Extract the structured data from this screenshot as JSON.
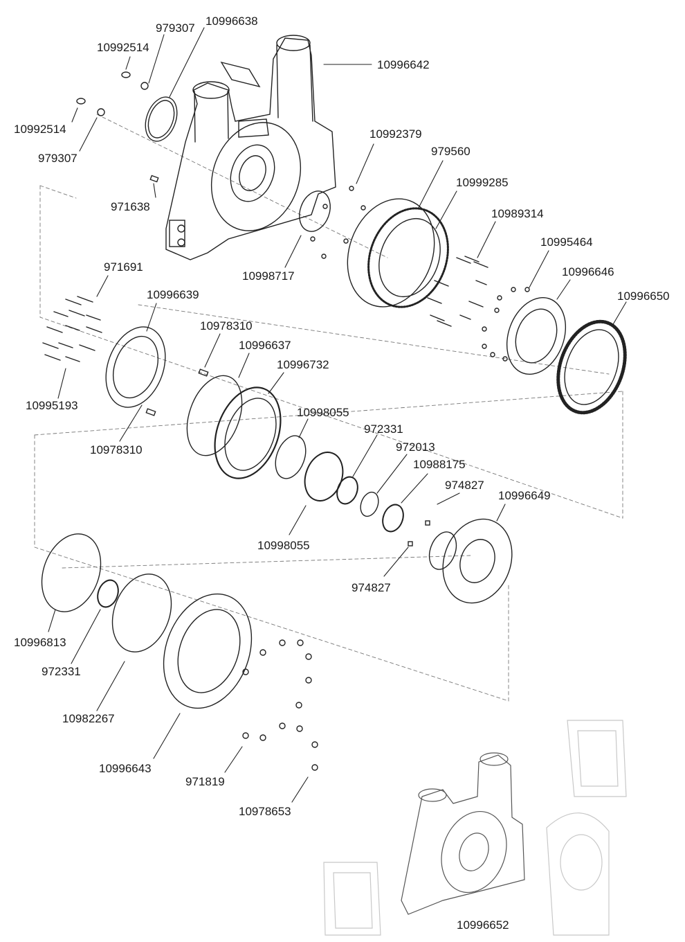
{
  "labels": {
    "p979307a": "979307",
    "p10996638": "10996638",
    "p10992514a": "10992514",
    "p10996642": "10996642",
    "p10992514b": "10992514",
    "p979307b": "979307",
    "p10992379": "10992379",
    "p979560": "979560",
    "p10999285": "10999285",
    "p971638": "971638",
    "p10989314": "10989314",
    "p10998717": "10998717",
    "p10995464": "10995464",
    "p971691": "971691",
    "p10996646": "10996646",
    "p10996639": "10996639",
    "p10996650": "10996650",
    "p10978310a": "10978310",
    "p10996637": "10996637",
    "p10996732": "10996732",
    "p10995193": "10995193",
    "p10998055a": "10998055",
    "p972331a": "972331",
    "p972013": "972013",
    "p10978310b": "10978310",
    "p10988175": "10988175",
    "p974827a": "974827",
    "p10996649": "10996649",
    "p10998055b": "10998055",
    "p974827b": "974827",
    "p10996813": "10996813",
    "p972331b": "972331",
    "p10982267": "10982267",
    "p10996643": "10996643",
    "p971819": "971819",
    "p10978653": "10978653",
    "p10996652": "10996652"
  }
}
